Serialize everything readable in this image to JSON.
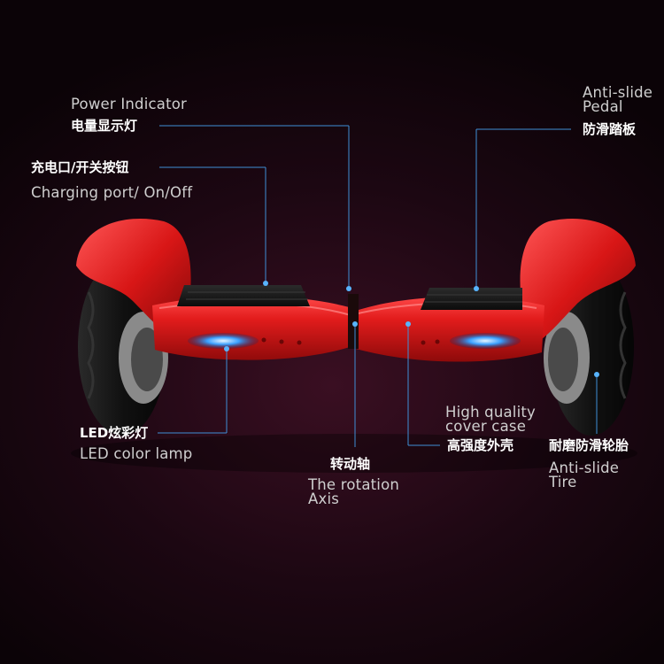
{
  "labels": {
    "power_indicator": {
      "en": "Power Indicator",
      "zh": "电量显示灯"
    },
    "charging_port": {
      "zh": "充电口/开关按钮",
      "en": "Charging port/ On/Off"
    },
    "anti_slide_pedal": {
      "en_line1": "Anti-slide",
      "en_line2": "Pedal",
      "zh": "防滑踏板"
    },
    "led_lamp": {
      "zh": "LED炫彩灯",
      "en": "LED color lamp"
    },
    "rotation_axis": {
      "zh": "转动轴",
      "en_line1": "The rotation",
      "en_line2": "Axis"
    },
    "cover_case": {
      "en_line1": "High quality",
      "en_line2": "cover case",
      "zh": "高强度外壳"
    },
    "anti_slide_tire": {
      "zh": "耐磨防滑轮胎",
      "en_line1": "Anti-slide",
      "en_line2": "Tire"
    }
  },
  "colors": {
    "background": "#1c0712",
    "body_red": "#d41616",
    "leader_line": "#3f8fd6",
    "led_glow": "#3aa0ff"
  }
}
